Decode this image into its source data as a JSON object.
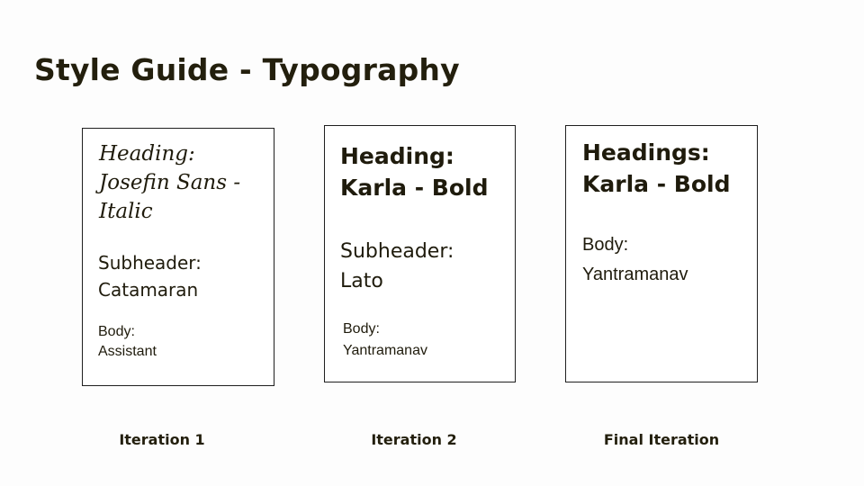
{
  "slide": {
    "title": "Style Guide - Typography",
    "background_color": "#fdfdfd",
    "text_color": "#231f0d"
  },
  "cards": [
    {
      "heading_lines": [
        "Heading:",
        "Josefin Sans -",
        "Italic"
      ],
      "subheader_lines": [
        "Subheader:",
        "Catamaran"
      ],
      "body_lines": [
        "Body:",
        "Assistant"
      ],
      "caption": "Iteration 1"
    },
    {
      "heading_lines": [
        "Heading:",
        "Karla - Bold"
      ],
      "subheader_lines": [
        "Subheader:",
        "Lato"
      ],
      "body_lines": [
        "Body:",
        "Yantramanav"
      ],
      "caption": "Iteration 2"
    },
    {
      "heading_lines": [
        "Headings:",
        "Karla - Bold"
      ],
      "body_lines": [
        "Body:",
        "Yantramanav"
      ],
      "caption": "Final Iteration"
    }
  ]
}
